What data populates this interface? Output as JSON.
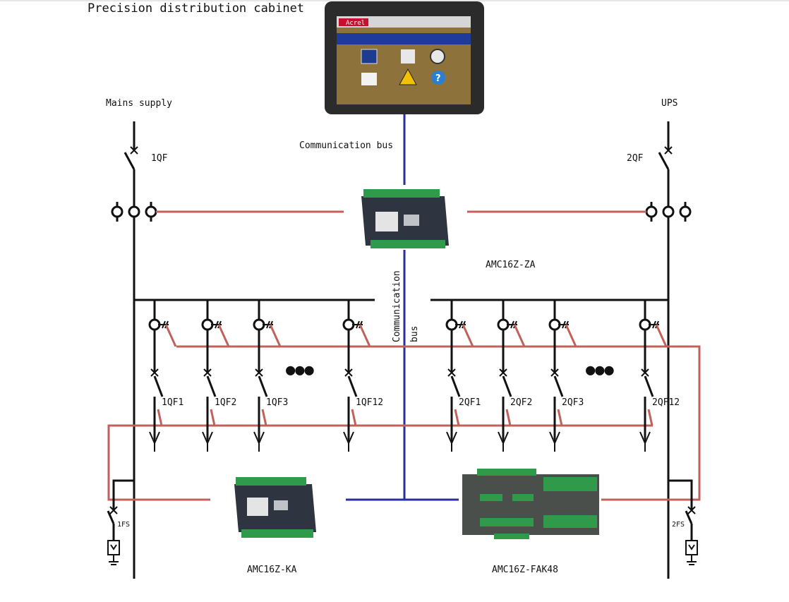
{
  "header": {
    "title": "Precision distribution cabinet"
  },
  "sources": {
    "left": "Mains supply",
    "right": "UPS",
    "left_breaker": "1QF",
    "right_breaker": "2QF"
  },
  "bus_labels": {
    "top": "Communication bus",
    "vertical_line1": "Communication",
    "vertical_line2": "bus"
  },
  "devices": {
    "za": "AMC16Z-ZA",
    "ka": "AMC16Z-KA",
    "fak48": "AMC16Z-FAK48"
  },
  "feeders_left": [
    "1QF1",
    "1QF2",
    "1QF3",
    "1QF12"
  ],
  "feeders_right": [
    "2QF1",
    "2QF2",
    "2QF3",
    "2QF12"
  ],
  "fuses": {
    "left": "1FS",
    "right": "2FS"
  },
  "ellipsis": "●●●",
  "screen": {
    "brand": "Acrel",
    "colors": {
      "frame": "#2b2b2b",
      "bar": "#1e3a9a",
      "bg": "#c9a24a"
    }
  },
  "colors": {
    "bus": "#2a2f9e",
    "signal": "#c0625a",
    "line": "#111111",
    "device": "#2f3540",
    "terminal": "#2f9a4a"
  }
}
